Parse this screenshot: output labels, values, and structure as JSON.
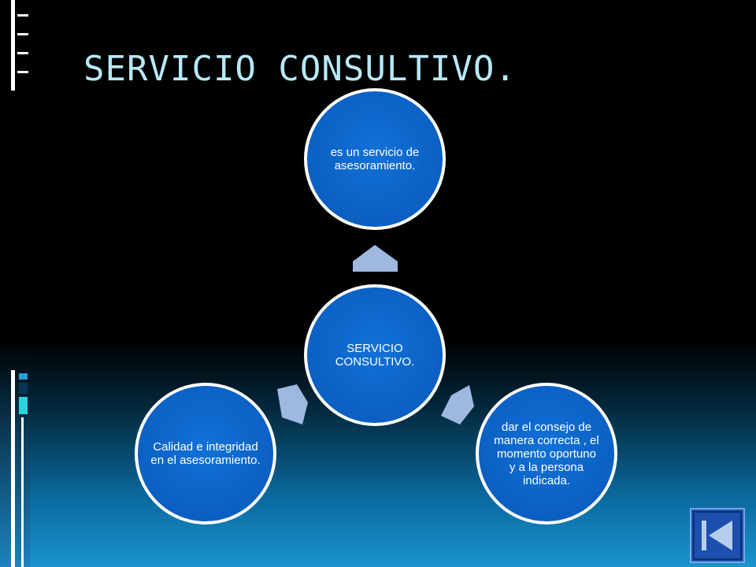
{
  "slide": {
    "title": "SERVICIO CONSULTIVO."
  },
  "diagram": {
    "center": "SERVICIO CONSULTIVO.",
    "top": "es un servicio de asesoramiento.",
    "right": "dar el consejo de manera correcta , el momento oportuno y a la persona indicada.",
    "left": "Calidad e integridad en el asesoramiento."
  },
  "colors": {
    "title": "#b7e9f7",
    "circle_fill": "#0a63c4",
    "circle_border": "#ffffff",
    "arrow_fill": "#9fb8e0",
    "nav_button_fill": "#1d4fae"
  },
  "icons": {
    "nav_button": "skip-to-start-icon"
  }
}
